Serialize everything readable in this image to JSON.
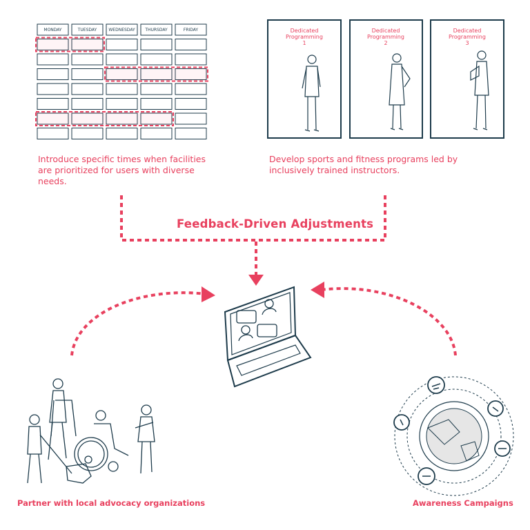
{
  "schedule": {
    "days": [
      "MONDAY",
      "TUESDAY",
      "WEDNESDAY",
      "THURSDAY",
      "FRIDAY"
    ],
    "description": "Introduce specific times when facilities are prioritized for users with diverse needs."
  },
  "programming": {
    "cards": [
      {
        "label": "Dedicated Programming",
        "number": "1"
      },
      {
        "label": "Dedicated Programming",
        "number": "2"
      },
      {
        "label": "Dedicated Programming",
        "number": "3"
      }
    ],
    "description": "Develop sports and fitness programs led by inclusively trained instructors."
  },
  "center_title": "Feedback-Driven Adjustments",
  "bottom_left_caption": "Partner with local advocacy organizations",
  "bottom_right_caption": "Awareness Campaigns",
  "colors": {
    "accent": "#e8405e",
    "line": "#1c3a4a"
  }
}
